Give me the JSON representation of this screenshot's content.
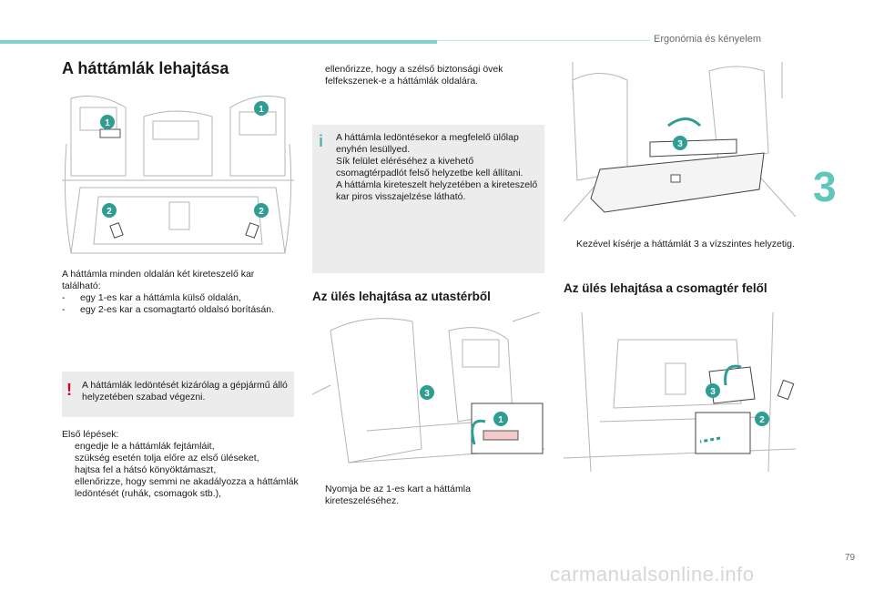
{
  "header": {
    "chapter_title": "Ergonómia és kényelem",
    "chapter_number": "3"
  },
  "page_number": "79",
  "watermark": "carmanualsonline.info",
  "section1": {
    "title": "A háttámlák lehajtása",
    "intro": "A háttámla minden oldalán két kireteszelő kar található:",
    "dash_items": [
      "egy 1-es kar a háttámla külső oldalán,",
      "egy 2-es kar a csomagtartó oldalsó borításán."
    ],
    "warning": "A háttámlák ledöntését kizárólag a gépjármű álló helyzetében szabad végezni.",
    "first_steps_heading": "Első lépések:",
    "steps": [
      "engedje le a háttámlák fejtámláit,",
      "szükség esetén tolja előre az első üléseket,",
      "hajtsa fel a hátsó könyöktámaszt,",
      "ellenőrizze, hogy semmi ne akadályozza a háttámlák ledöntését (ruhák, csomagok stb.),"
    ]
  },
  "column2": {
    "check_item": "ellenőrizze, hogy a szélső biztonsági övek felfekszenek-e a háttámlák oldalára.",
    "info_lines": [
      "A háttámla ledöntésekor a megfelelő ülőlap enyhén lesüllyed.",
      "Sík felület eléréséhez a kivehető csomagtérpadlót felső helyzetbe kell állítani.",
      "A háttámla kireteszelt helyzetében a kireteszelő kar piros visszajelzése látható."
    ],
    "section_title": "Az ülés lehajtása az utastérből",
    "press_item": "Nyomja be az 1-es kart a háttámla kireteszeléséhez."
  },
  "column3": {
    "guide_item": "Kezével kísérje a háttámlát 3 a vízszintes helyzetig.",
    "section_title": "Az ülés lehajtása a csomagtér felől"
  },
  "bullet_glyph": "",
  "warning_glyph": "!",
  "info_glyph": "i",
  "callouts": {
    "one": "1",
    "two": "2",
    "three": "3"
  },
  "colors": {
    "accent": "#5fc6ba",
    "callout": "#2e9e93",
    "warning": "#e2001a",
    "box_bg": "#ececec"
  }
}
